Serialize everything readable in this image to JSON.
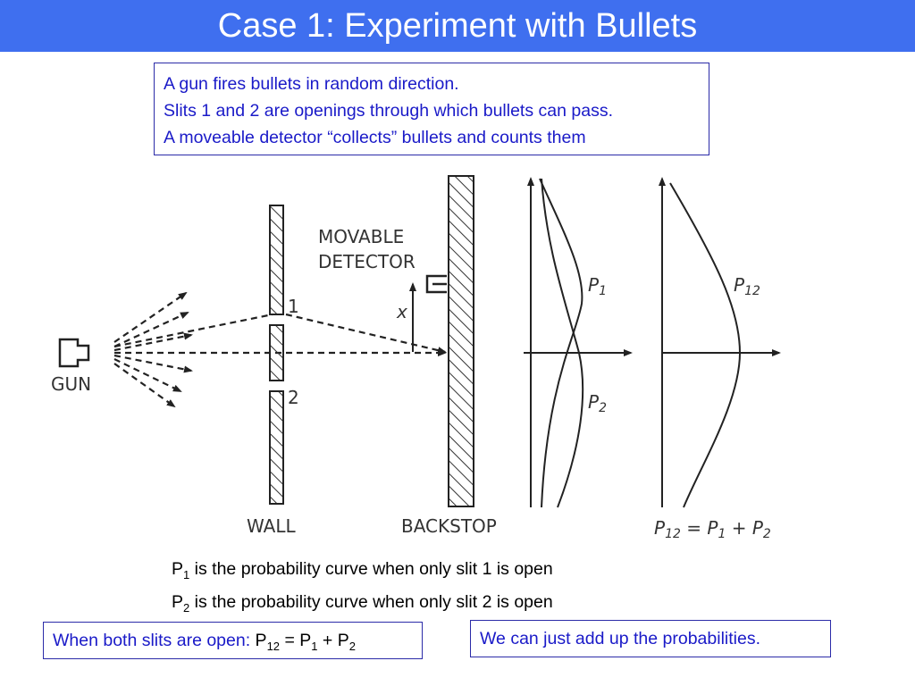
{
  "slide": {
    "title": "Case 1: Experiment with Bullets",
    "intro_lines": [
      "A gun fires bullets in random direction.",
      "Slits 1 and 2 are openings through which bullets can pass.",
      "A moveable detector “collects” bullets and counts them"
    ],
    "colors": {
      "title_bar": "#3f6fef",
      "title_text": "#ffffff",
      "accent_text": "#1a1ac8",
      "box_border": "#2b2ba8"
    }
  },
  "diagram": {
    "gun_label": "GUN",
    "wall_label": "WALL",
    "backstop_label": "BACKSTOP",
    "detector_label_line1": "MOVABLE",
    "detector_label_line2": "DETECTOR",
    "x_label": "x",
    "slit1_label": "1",
    "slit2_label": "2",
    "p1_label": {
      "letter": "P",
      "sub": "1"
    },
    "p2_label": {
      "letter": "P",
      "sub": "2"
    },
    "p12_label": {
      "letter": "P",
      "sub": "12"
    },
    "equation": {
      "lhs": "P",
      "lhs_sub": "12",
      "eq": " = ",
      "p1": "P",
      "p1_sub": "1",
      "plus": " + ",
      "p2": "P",
      "p2_sub": "2"
    }
  },
  "captions": {
    "line1": {
      "p": "P",
      "sub": "1",
      "rest": " is the probability curve when only slit 1 is open"
    },
    "line2": {
      "p": "P",
      "sub": "2",
      "rest": " is the probability curve when only slit 2 is open"
    }
  },
  "boxes": {
    "left": {
      "prefix": "When both slits are open: ",
      "p12": "P",
      "p12_sub": "12",
      "eq": " = ",
      "p1": "P",
      "p1_sub": "1",
      "plus": " + ",
      "p2": "P",
      "p2_sub": "2"
    },
    "right": "We can just add up the probabilities."
  }
}
